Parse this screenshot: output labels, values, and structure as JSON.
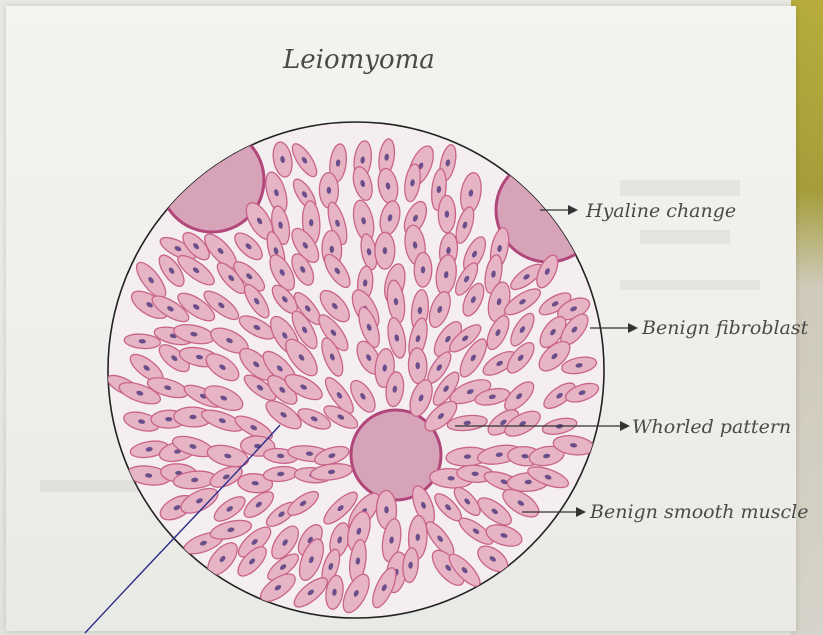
{
  "drawing": {
    "title": "Leiomyoma",
    "labels": [
      "Hyaline change",
      "Benign fibroblast",
      "Whorled pattern",
      "Benign smooth muscle"
    ]
  },
  "colors": {
    "tissue_fill": "#e6b4c4",
    "cell_outline": "#c9638a",
    "nucleus": "#6a4f8a",
    "ink": "#222222",
    "pen_line": "#2b2f8a"
  }
}
